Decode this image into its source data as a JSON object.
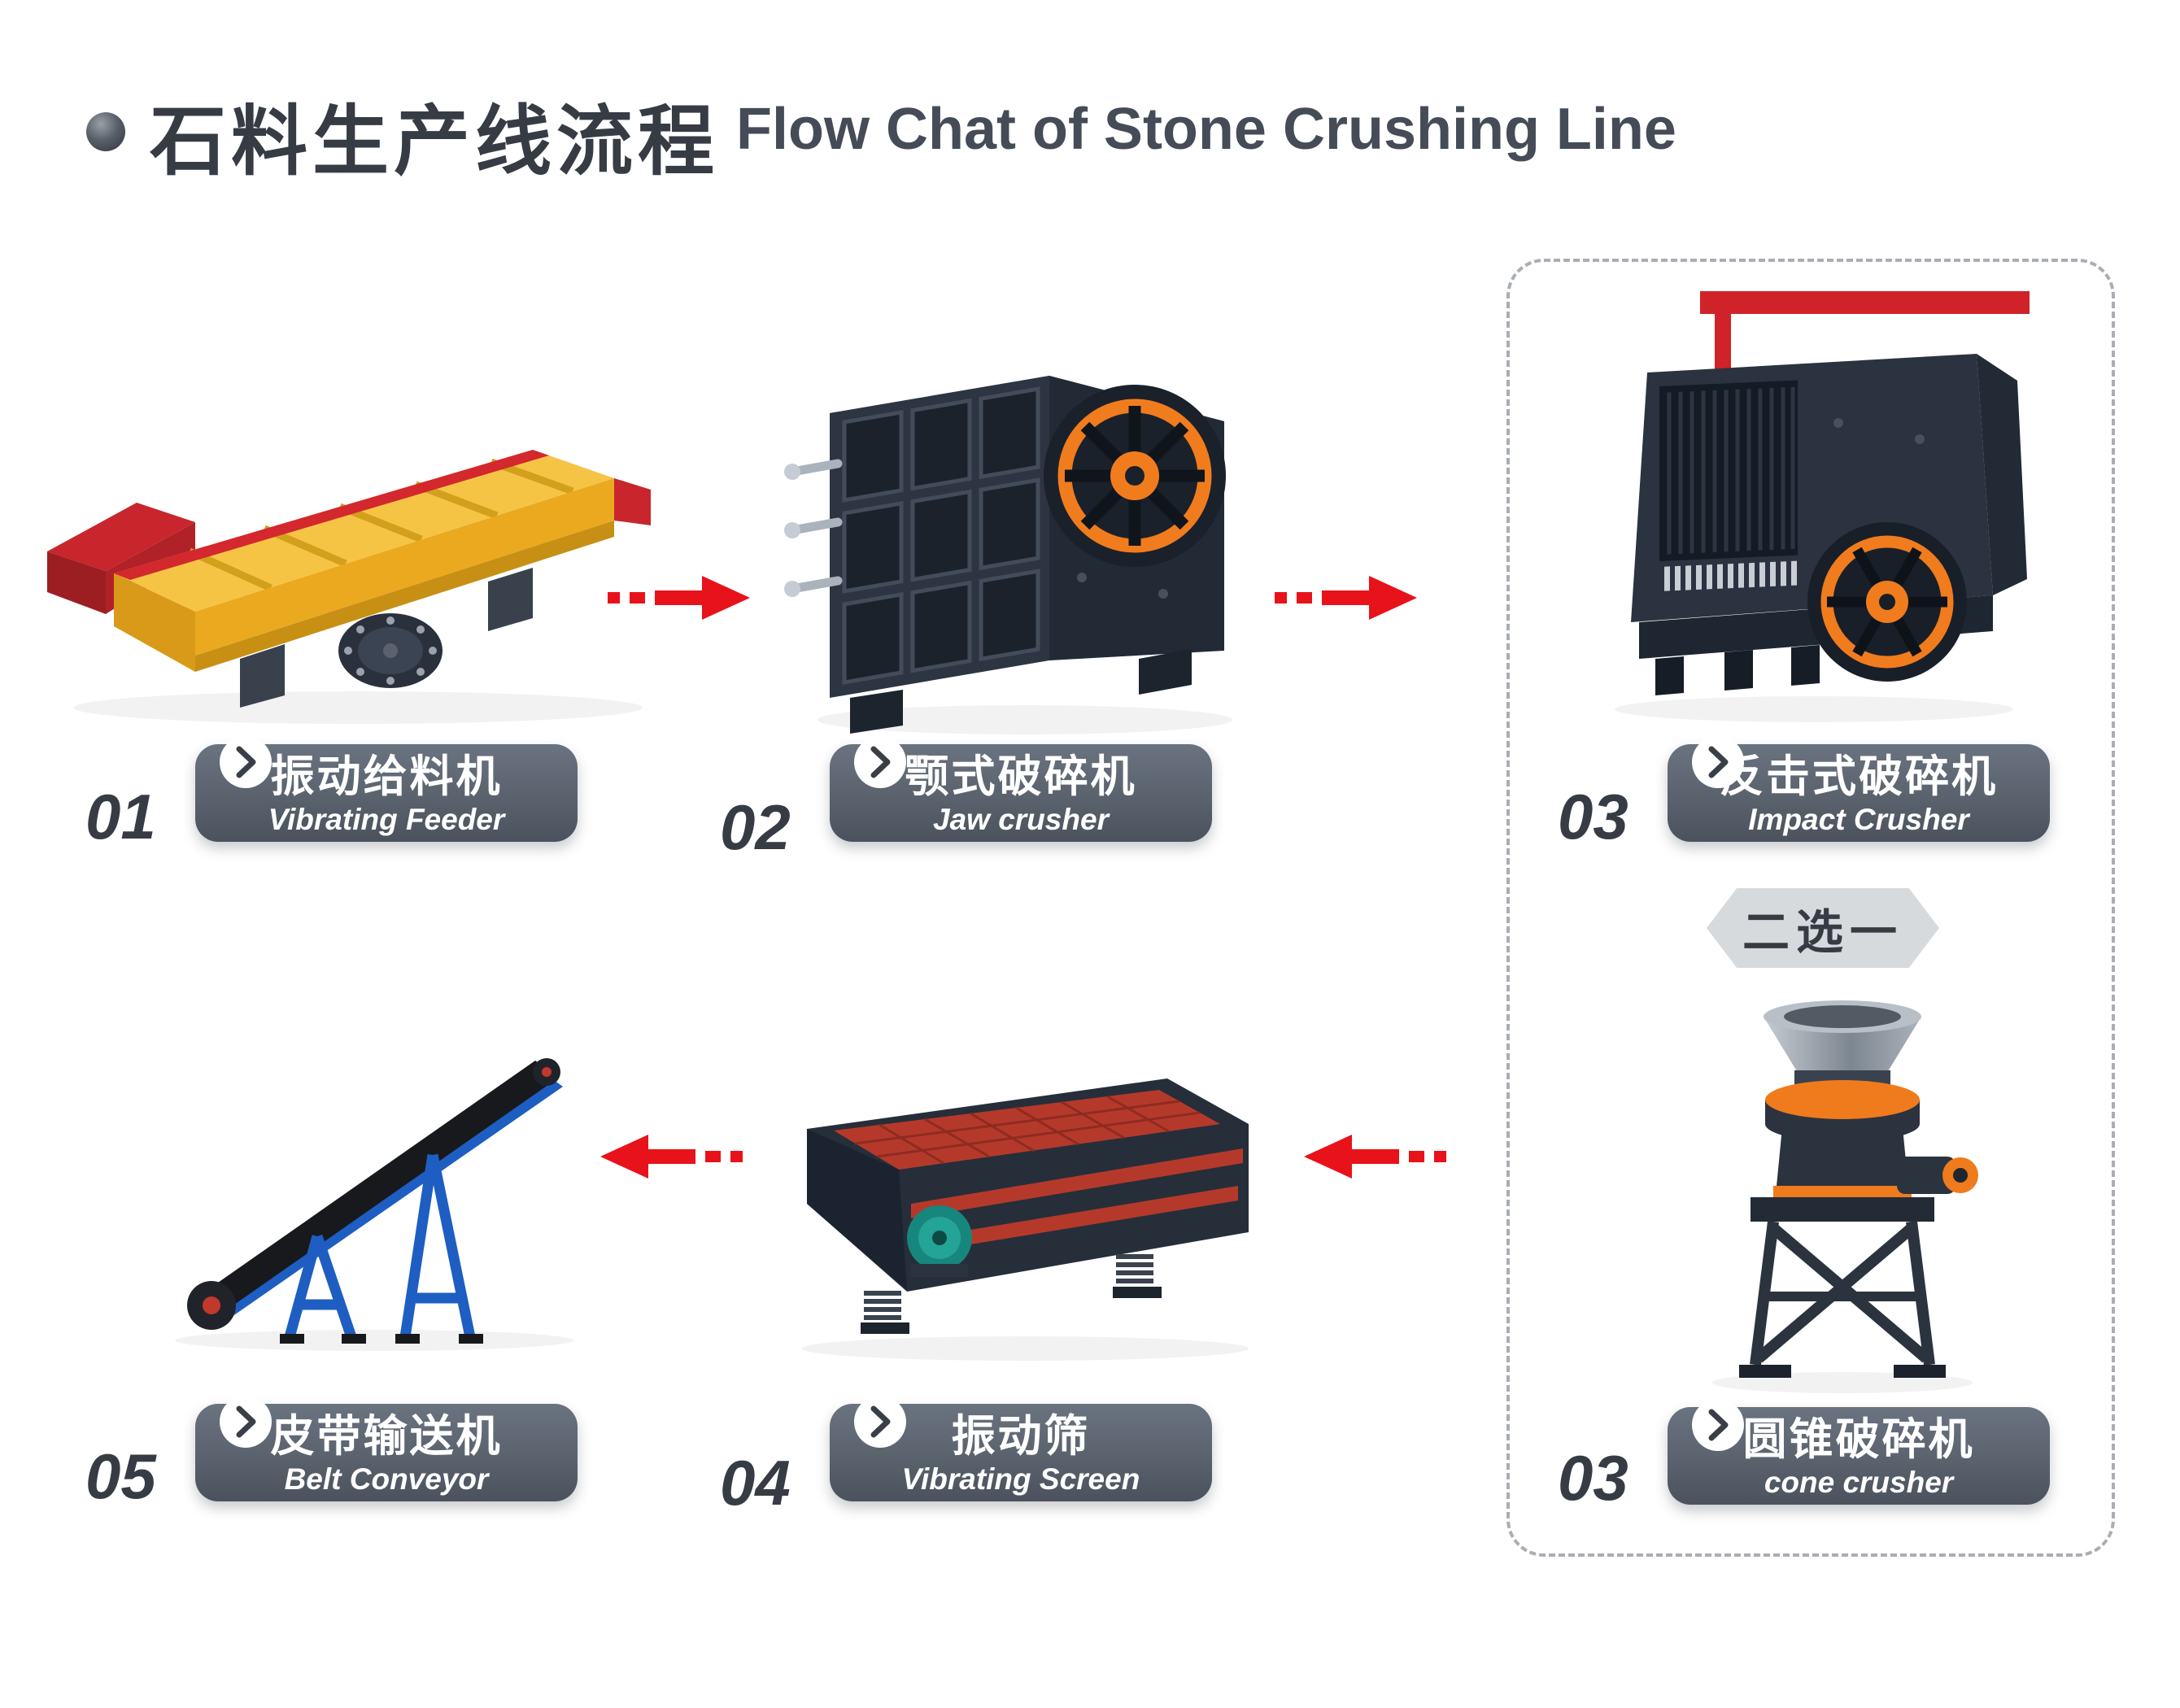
{
  "header": {
    "title_zh": "石料生产线流程",
    "title_en": "Flow Chat of Stone Crushing Line"
  },
  "stations": [
    {
      "num": "01",
      "zh": "振动给料机",
      "en": "Vibrating Feeder"
    },
    {
      "num": "02",
      "zh": "颚式破碎机",
      "en": "Jaw crusher"
    },
    {
      "num": "03",
      "zh": "反击式破碎机",
      "en": "Impact Crusher"
    },
    {
      "num": "03",
      "zh": "圆锥破碎机",
      "en": "cone crusher"
    },
    {
      "num": "04",
      "zh": "振动筛",
      "en": "Vibrating Screen"
    },
    {
      "num": "05",
      "zh": "皮带输送机",
      "en": "Belt Conveyor"
    }
  ],
  "choice": {
    "label": "二选一"
  },
  "colors": {
    "arrow_red": "#e8121a",
    "banner_gray": "#59626d",
    "text_dark": "#373c44",
    "accent_orange": "#f07c1e",
    "machine_navy": "#2b3340",
    "feeder_yellow": "#f0b02a",
    "feeder_red": "#c8262c",
    "conveyor_blue": "#1e5ec2",
    "screen_mesh_red": "#b5392b",
    "dash_box_gray": "#a9aeb4"
  }
}
